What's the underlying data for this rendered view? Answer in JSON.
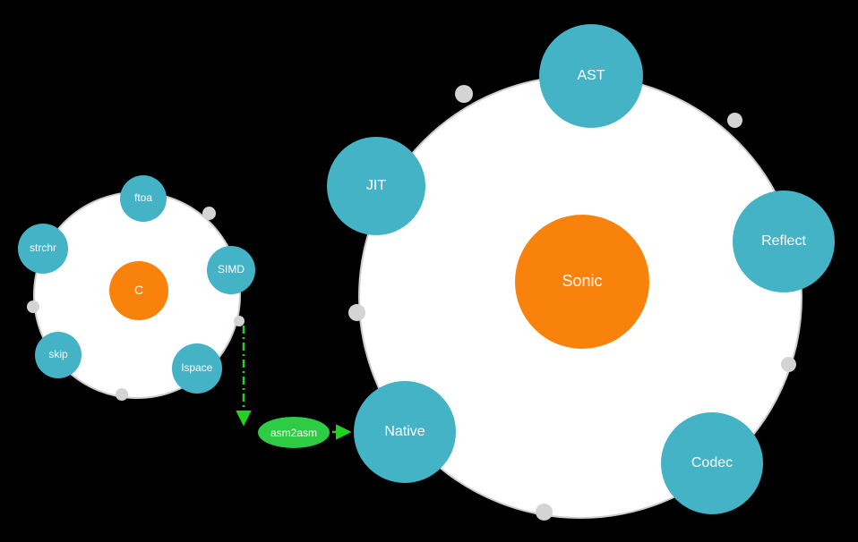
{
  "colors": {
    "background": "#000000",
    "cluster_fill": "#ffffff",
    "cluster_border": "#cfcfcf",
    "center_node": "#f9820c",
    "satellite_node": "#43b3c5",
    "connector": "#1fd41f",
    "bridge_fill": "#2dcc44",
    "boundary_dot": "#d4d4d4",
    "label_text": "#ffffff"
  },
  "clusters": {
    "small": {
      "center": {
        "label": "C"
      },
      "satellites": [
        {
          "label": "ftoa"
        },
        {
          "label": "strchr"
        },
        {
          "label": "SIMD"
        },
        {
          "label": "skip"
        },
        {
          "label": "lspace"
        }
      ]
    },
    "large": {
      "center": {
        "label": "Sonic"
      },
      "satellites": [
        {
          "label": "AST"
        },
        {
          "label": "JIT"
        },
        {
          "label": "Reflect"
        },
        {
          "label": "Native"
        },
        {
          "label": "Codec"
        }
      ]
    }
  },
  "bridge": {
    "label": "asm2asm"
  }
}
